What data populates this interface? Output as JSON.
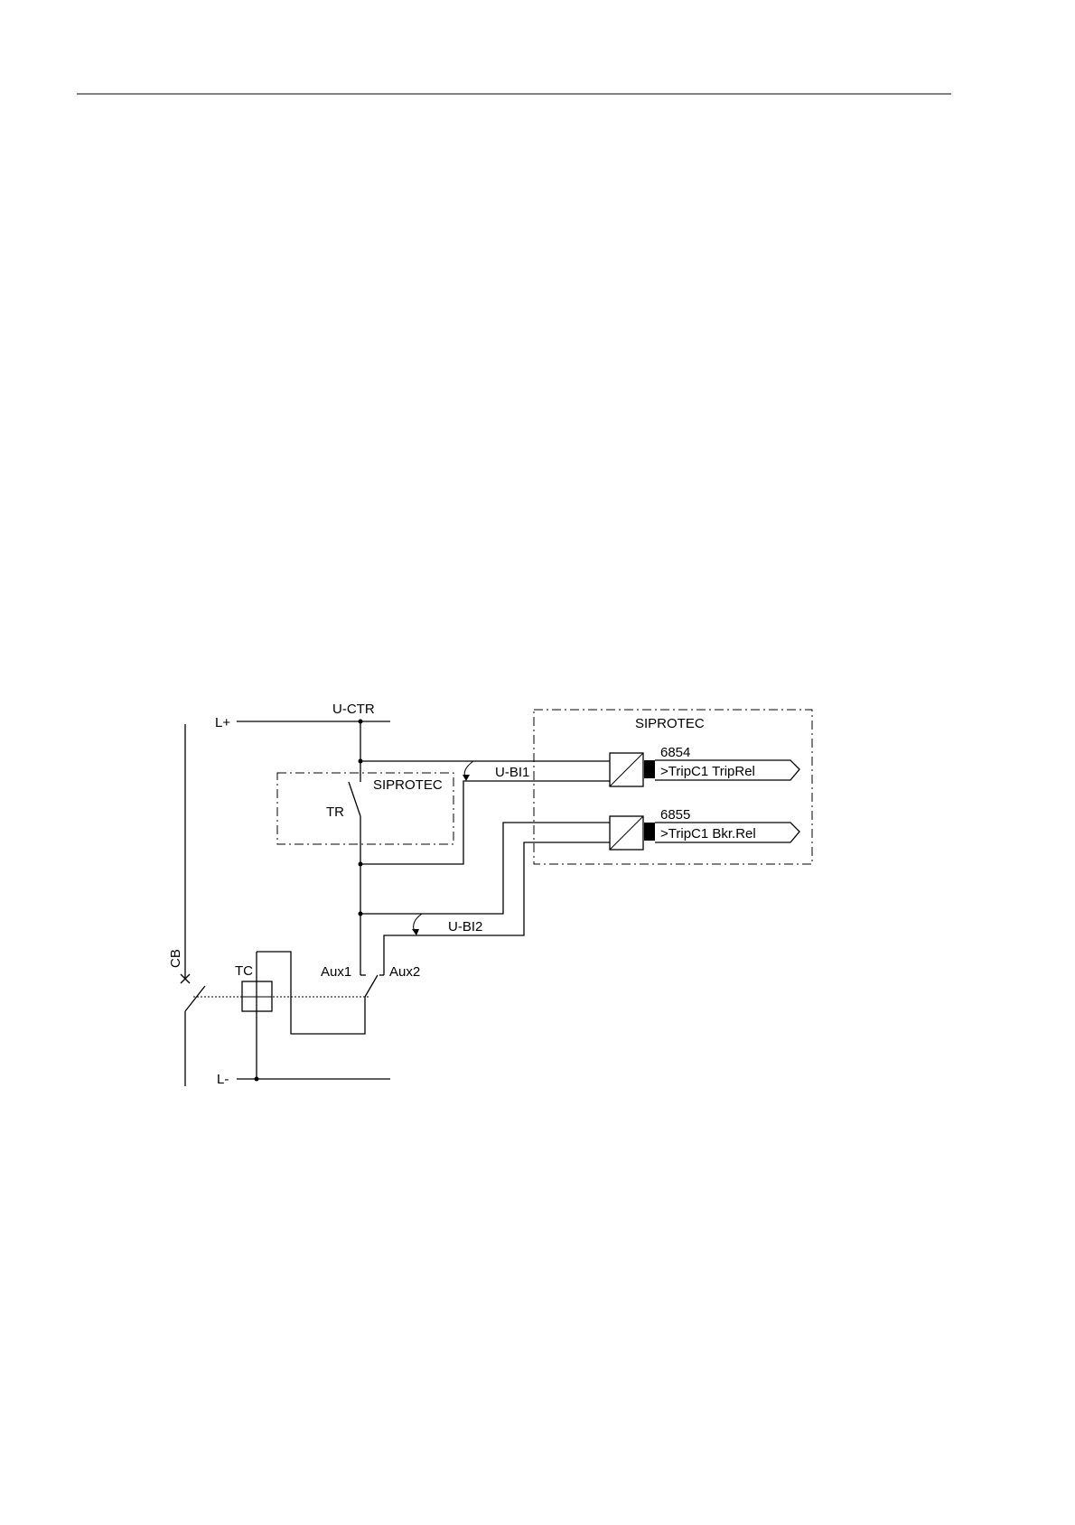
{
  "diagram": {
    "labels": {
      "l_plus": "L+",
      "l_minus": "L-",
      "u_ctr": "U-CTR",
      "siprotec_main": "SIPROTEC",
      "siprotec_inner": "SIPROTEC",
      "tr": "TR",
      "u_bi1": "U-BI1",
      "u_bi2": "U-BI2",
      "cb": "CB",
      "tc": "TC",
      "aux1": "Aux1",
      "aux2": "Aux2"
    },
    "inputs": [
      {
        "number": "6854",
        "label": ">TripC1 TripRel"
      },
      {
        "number": "6855",
        "label": ">TripC1 Bkr.Rel"
      }
    ]
  }
}
